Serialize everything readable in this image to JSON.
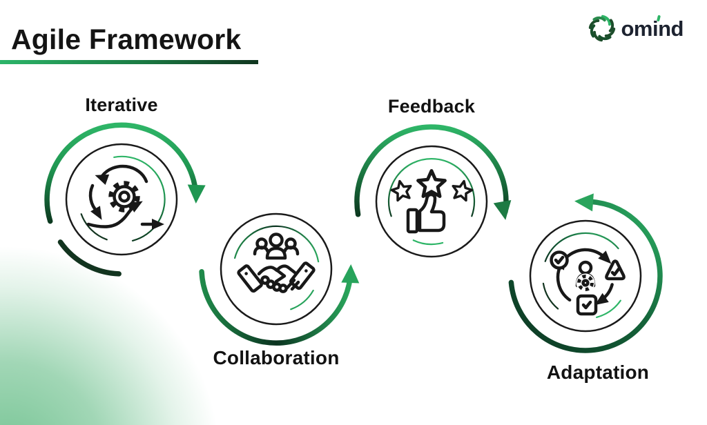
{
  "title": {
    "text": "Agile Framework"
  },
  "logo": {
    "brand": "omind",
    "icon": "swirl-icon",
    "accent_color": "#2eb567"
  },
  "nodes": [
    {
      "label": "Iterative",
      "icon": "sprint-cycle-icon",
      "label_position": "top"
    },
    {
      "label": "Collaboration",
      "icon": "handshake-icon",
      "label_position": "bottom"
    },
    {
      "label": "Feedback",
      "icon": "thumbs-up-stars-icon",
      "label_position": "top"
    },
    {
      "label": "Adaptation",
      "icon": "adaptive-cycle-icon",
      "label_position": "bottom"
    }
  ],
  "colors": {
    "accent_green": "#2eb567",
    "arrow_green": "#27a35b",
    "dark_green": "#0c3a20",
    "ink": "#141414",
    "blob_green": "#6ec08f"
  }
}
